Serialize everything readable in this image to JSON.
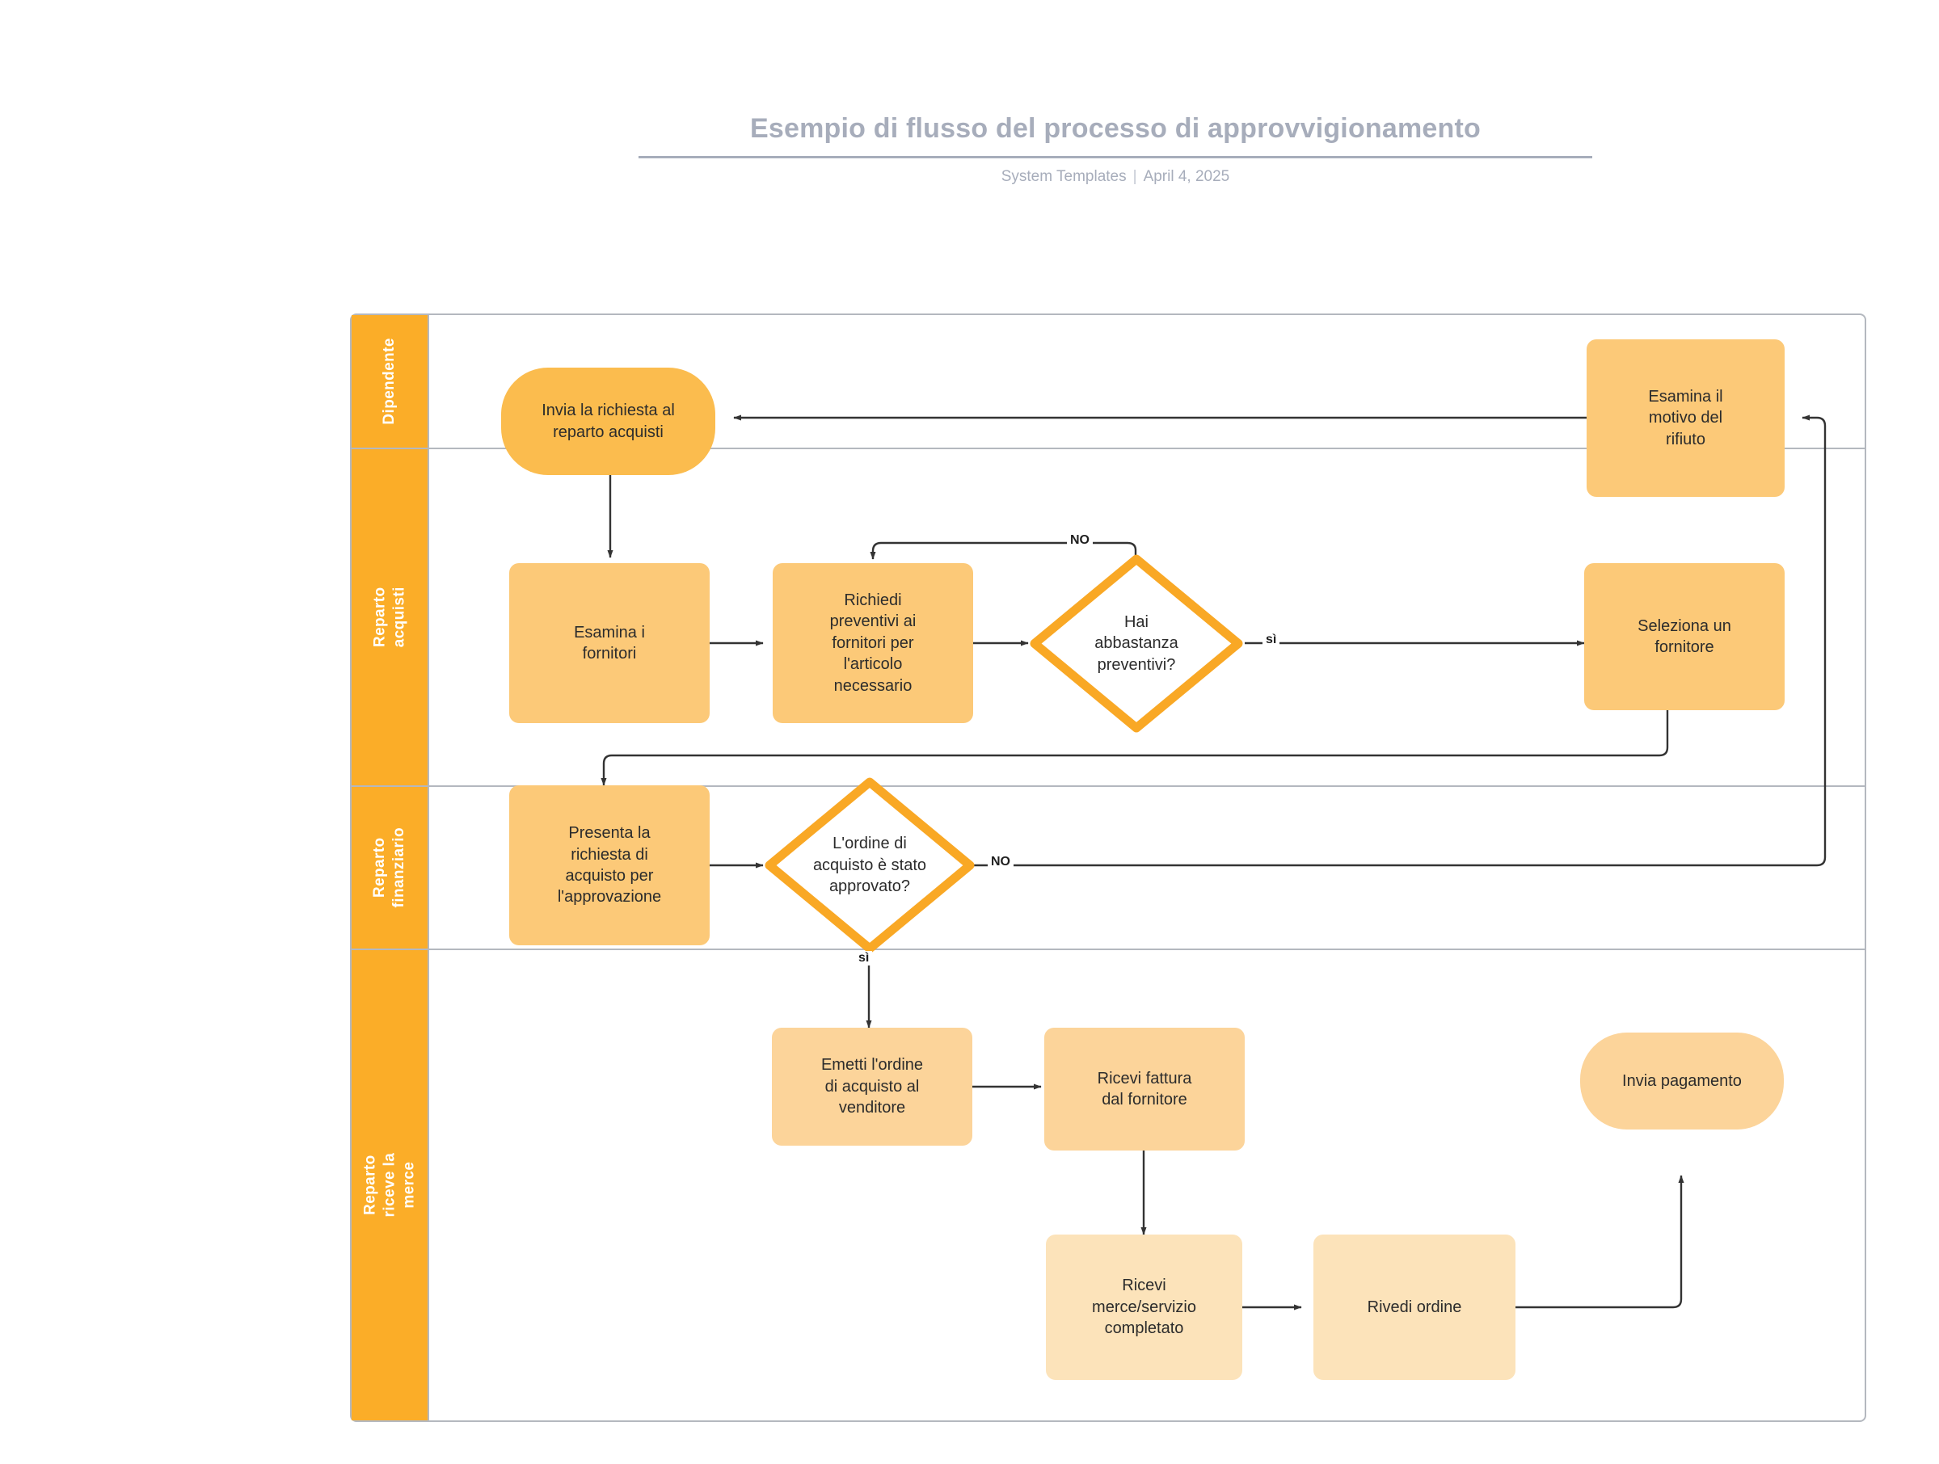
{
  "header": {
    "title": "Esempio di flusso del processo di approvvigionamento",
    "author": "System Templates",
    "separator": "|",
    "date": "April 4, 2025"
  },
  "colors": {
    "lane_header": "#fbad28",
    "node_dark": "#fbbc4e",
    "node_mid": "#fcc978",
    "node_light": "#fcd49a",
    "node_lightest": "#fce3ba",
    "diamond_stroke": "#f9a825",
    "connector": "#333333",
    "frame_border": "#b4b8bf",
    "title_text": "#a7adbb"
  },
  "lanes": [
    {
      "id": "dipendente",
      "label": "Dipendente"
    },
    {
      "id": "reparto-acquisti",
      "label": "Reparto acquisti"
    },
    {
      "id": "reparto-finanziario",
      "label": "Reparto\nfinanziario"
    },
    {
      "id": "reparto-riceve-merce",
      "label": "Reparto riceve la\nmerce"
    }
  ],
  "nodes": [
    {
      "id": "invia-richiesta",
      "label": "Invia la richiesta al\nreparto acquisti",
      "lane": "dipendente",
      "shape": "pill"
    },
    {
      "id": "esamina-motivo-rifiuto",
      "label": "Esamina il\nmotivo del\nrifiuto",
      "lane": "dipendente",
      "shape": "rect"
    },
    {
      "id": "esamina-fornitori",
      "label": "Esamina i\nfornitori",
      "lane": "reparto-acquisti",
      "shape": "rect"
    },
    {
      "id": "richiedi-preventivi",
      "label": "Richiedi\npreventivi ai\nfornitori per\nl'articolo\nnecessario",
      "lane": "reparto-acquisti",
      "shape": "rect"
    },
    {
      "id": "hai-abbastanza-preventivi",
      "label": "Hai\nabbastanza\npreventivi?",
      "lane": "reparto-acquisti",
      "shape": "diamond"
    },
    {
      "id": "seleziona-fornitore",
      "label": "Seleziona un\nfornitore",
      "lane": "reparto-acquisti",
      "shape": "rect"
    },
    {
      "id": "presenta-richiesta",
      "label": "Presenta la\nrichiesta di\nacquisto per\nl'approvazione",
      "lane": "reparto-acquisti",
      "shape": "rect"
    },
    {
      "id": "ordine-approvato",
      "label": "L'ordine di\nacquisto è stato\napprovato?",
      "lane": "reparto-acquisti",
      "shape": "diamond"
    },
    {
      "id": "emetti-ordine",
      "label": "Emetti l'ordine\ndi acquisto al\nvenditore",
      "lane": "reparto-finanziario",
      "shape": "rect"
    },
    {
      "id": "ricevi-fattura",
      "label": "Ricevi fattura\ndal fornitore",
      "lane": "reparto-finanziario",
      "shape": "rect"
    },
    {
      "id": "invia-pagamento",
      "label": "Invia pagamento",
      "lane": "reparto-finanziario",
      "shape": "pill"
    },
    {
      "id": "ricevi-merce",
      "label": "Ricevi\nmerce/servizio\ncompletato",
      "lane": "reparto-riceve-merce",
      "shape": "rect"
    },
    {
      "id": "rivedi-ordine",
      "label": "Rivedi ordine",
      "lane": "reparto-riceve-merce",
      "shape": "rect"
    }
  ],
  "edge_labels": {
    "no_preventivi": "NO",
    "si_preventivi": "sì",
    "no_approvato": "NO",
    "si_approvato": "sì"
  },
  "edges": [
    {
      "from": "invia-richiesta",
      "to": "esamina-fornitori",
      "label": ""
    },
    {
      "from": "esamina-fornitori",
      "to": "richiedi-preventivi",
      "label": ""
    },
    {
      "from": "richiedi-preventivi",
      "to": "hai-abbastanza-preventivi",
      "label": ""
    },
    {
      "from": "hai-abbastanza-preventivi",
      "to": "richiedi-preventivi",
      "label": "NO"
    },
    {
      "from": "hai-abbastanza-preventivi",
      "to": "seleziona-fornitore",
      "label": "sì"
    },
    {
      "from": "seleziona-fornitore",
      "to": "presenta-richiesta",
      "label": ""
    },
    {
      "from": "presenta-richiesta",
      "to": "ordine-approvato",
      "label": ""
    },
    {
      "from": "ordine-approvato",
      "to": "esamina-motivo-rifiuto",
      "label": "NO"
    },
    {
      "from": "ordine-approvato",
      "to": "emetti-ordine",
      "label": "sì"
    },
    {
      "from": "esamina-motivo-rifiuto",
      "to": "invia-richiesta",
      "label": ""
    },
    {
      "from": "emetti-ordine",
      "to": "ricevi-fattura",
      "label": ""
    },
    {
      "from": "ricevi-fattura",
      "to": "ricevi-merce",
      "label": ""
    },
    {
      "from": "ricevi-merce",
      "to": "rivedi-ordine",
      "label": ""
    },
    {
      "from": "rivedi-ordine",
      "to": "invia-pagamento",
      "label": ""
    }
  ]
}
